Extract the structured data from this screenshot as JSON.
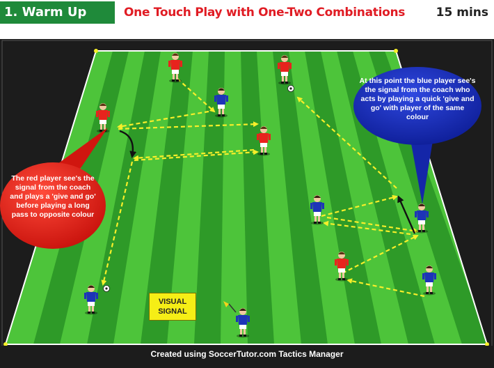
{
  "header": {
    "section_label": "1. Warm Up",
    "drill_title": "One Touch Play with One-Two Combinations",
    "duration": "15 mins"
  },
  "diagram": {
    "callout_red": "The red player see's the signal from the coach and plays a 'give and go' before playing a long pass to opposite colour",
    "callout_blue": "At this point the blue player see's the signal from the coach who acts by playing a quick 'give and go' with player of the same colour",
    "visual_sign": "VISUAL SIGNAL",
    "footer": "Created using SoccerTutor.com Tactics Manager"
  },
  "colors": {
    "section_tab": "#1f8a3a",
    "title_red": "#e01c24",
    "pitch_dark": "#2e9a28",
    "pitch_light": "#4dc43a",
    "red_team": "#e8231d",
    "blue_team": "#1d34b8",
    "pass_line": "#f7ef2a",
    "sign": "#f5ee16"
  }
}
